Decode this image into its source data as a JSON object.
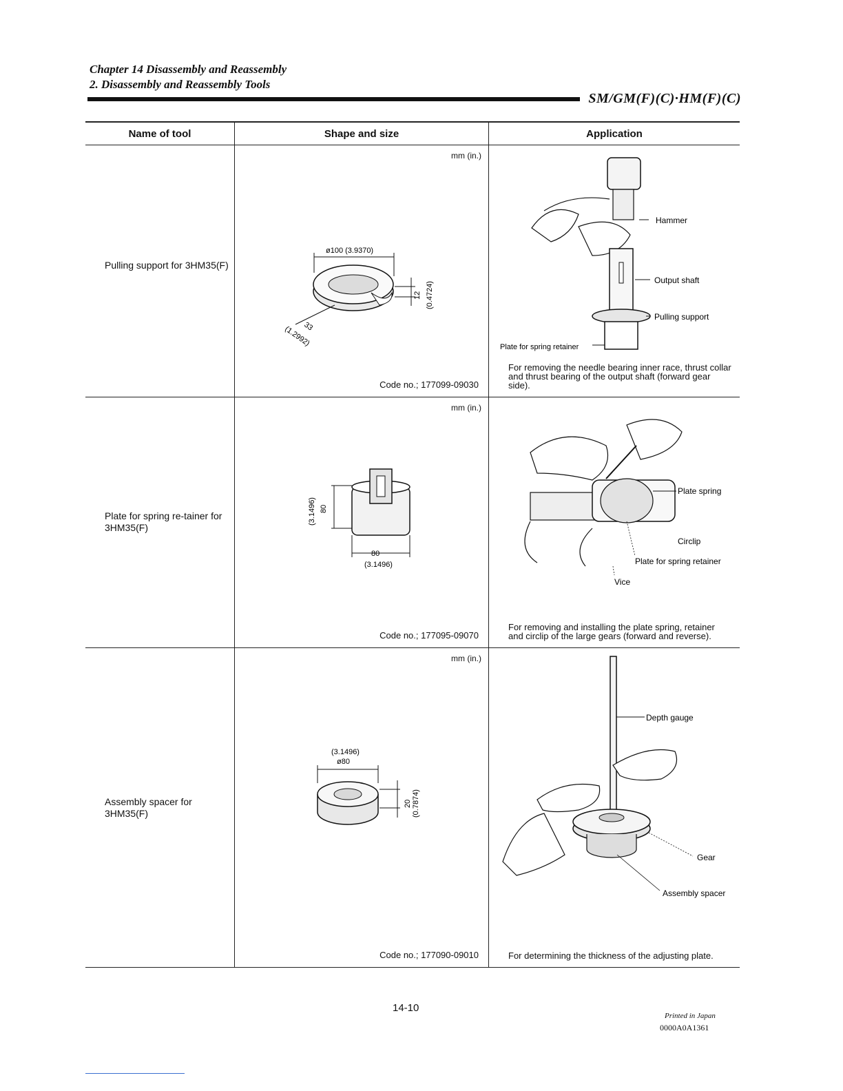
{
  "header": {
    "chapter_line": "Chapter 14 Disassembly and Reassembly",
    "section_line": "2. Disassembly and Reassembly Tools",
    "model": "SM/GM(F)(C)·HM(F)(C)"
  },
  "table": {
    "headers": [
      "Name of tool",
      "Shape and size",
      "Application"
    ],
    "rows": [
      {
        "name": "Pulling support for 3HM35(F)",
        "units": "mm (in.)",
        "dims": [
          "ø100 (3.9370)",
          "12",
          "(0.4724)",
          "33",
          "(1.2992)"
        ],
        "code": "Code no.; 177099-09030",
        "callouts": [
          "Hammer",
          "Output shaft",
          "Pulling support",
          "Plate for spring retainer"
        ],
        "application": "For removing the needle bearing inner race, thrust collar and thrust bearing of the output shaft (forward gear side)."
      },
      {
        "name": "Plate for spring re-tainer for 3HM35(F)",
        "units": "mm (in.)",
        "dims": [
          "80",
          "(3.1496)",
          "80",
          "(3.1496)"
        ],
        "code": "Code no.; 177095-09070",
        "callouts": [
          "Plate spring",
          "Circlip",
          "Plate for spring retainer",
          "Vice"
        ],
        "application": "For removing and installing the plate spring, retainer and circlip of the large gears (forward and reverse)."
      },
      {
        "name": "Assembly spacer for 3HM35(F)",
        "units": "mm (in.)",
        "dims": [
          "(3.1496)",
          "ø80",
          "20",
          "(0.7874)"
        ],
        "code": "Code no.; 177090-09010",
        "callouts": [
          "Depth gauge",
          "Gear",
          "Assembly spacer"
        ],
        "application": "For determining the thickness of the adjusting plate."
      }
    ]
  },
  "footer": {
    "page_number": "14-10",
    "printed": "Printed in Japan",
    "doc_code": "0000A0A1361"
  }
}
